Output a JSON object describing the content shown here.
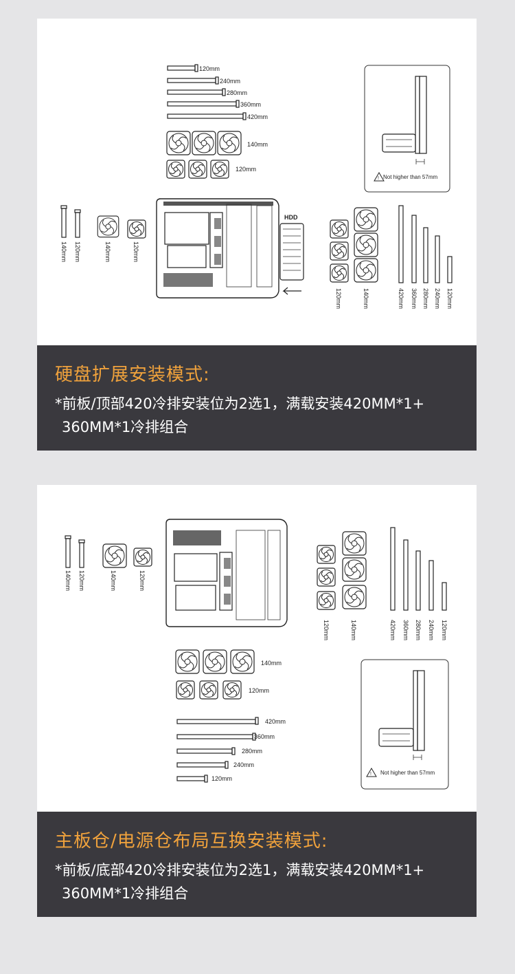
{
  "panel1": {
    "title": "硬盘扩展安装模式:",
    "desc_line1": "*前板/顶部420冷排安装位为2选1，满载安装420MM*1+",
    "desc_line2": "360MM*1冷排组合",
    "radiator_labels": [
      "120mm",
      "240mm",
      "280mm",
      "360mm",
      "420mm"
    ],
    "fan_labels": [
      "140mm",
      "120mm"
    ],
    "hdd_label": "HDD",
    "note": "Not higher than 57mm",
    "left_vertical_labels": [
      "140mm",
      "120mm",
      "140mm",
      "120mm"
    ],
    "right_fan_vertical_labels": [
      "120mm",
      "140mm"
    ],
    "right_rad_vertical_labels": [
      "420mm",
      "360mm",
      "280mm",
      "240mm",
      "120mm"
    ]
  },
  "panel2": {
    "title": "主板仓/电源仓布局互换安装模式:",
    "desc_line1": "*前板/底部420冷排安装位为2选1，满载安装420MM*1+",
    "desc_line2": "360MM*1冷排组合",
    "radiator_labels": [
      "420mm",
      "360mm",
      "280mm",
      "240mm",
      "120mm"
    ],
    "fan_labels": [
      "140mm",
      "120mm"
    ],
    "note": "Not higher than 57mm",
    "left_vertical_labels": [
      "140mm",
      "120mm",
      "140mm",
      "120mm"
    ],
    "right_fan_vertical_labels": [
      "120mm",
      "140mm"
    ],
    "right_rad_vertical_labels": [
      "420mm",
      "360mm",
      "280mm",
      "240mm",
      "120mm"
    ]
  },
  "colors": {
    "page_bg": "#e5e5e7",
    "card_bg": "#ffffff",
    "caption_bg": "#3a393e",
    "title_color": "#f0a23c",
    "desc_color": "#ffffff"
  }
}
